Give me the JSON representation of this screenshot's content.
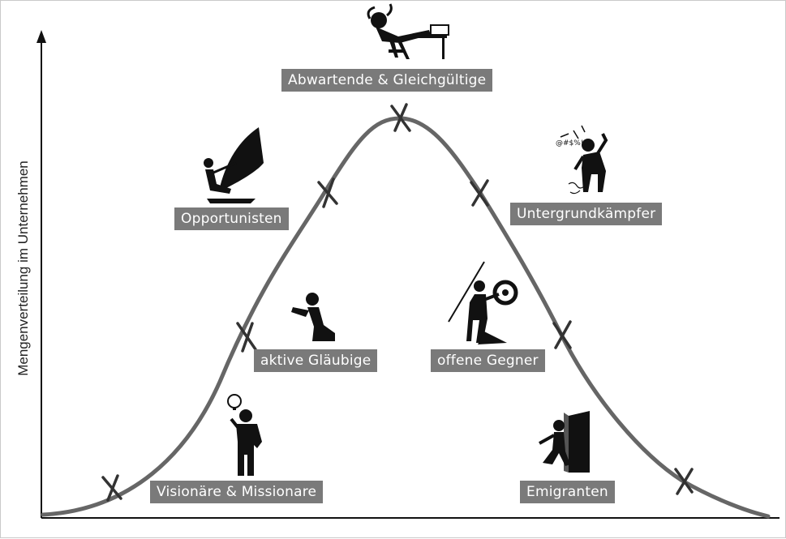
{
  "axis": {
    "ylabel": "Mengenverteilung im Unternehmen"
  },
  "categories": {
    "abwartende": "Abwartende & Gleichgültige",
    "opportunisten": "Opportunisten",
    "untergrund": "Untergrundkämpfer",
    "aktive": "aktive Gläubige",
    "offene": "offene Gegner",
    "visionaere": "Visionäre & Missionare",
    "emigranten": "Emigranten"
  },
  "colors": {
    "curve": "#666666",
    "label_bg": "#7a7a7a",
    "label_text": "#ffffff",
    "figure": "#111111"
  },
  "icons": {
    "abwartende": "person-reclining-at-desk-icon",
    "opportunisten": "windsurfer-icon",
    "untergrund": "angry-person-with-scribbles-icon",
    "aktive": "kneeling-person-icon",
    "offene": "spear-and-shield-warrior-icon",
    "visionaere": "person-with-lightbulb-icon",
    "emigranten": "person-leaving-through-door-icon"
  }
}
